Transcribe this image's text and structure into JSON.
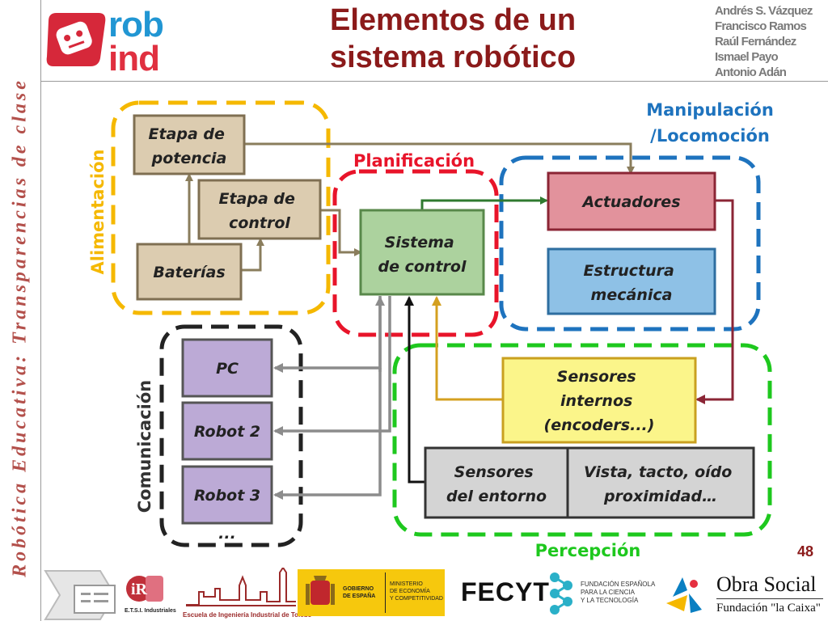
{
  "sidebar": {
    "text": "Robótica Educativa: Transparencias de clase"
  },
  "logo": {
    "line1": "rob",
    "line2": "ind"
  },
  "header": {
    "title_line1": "Elementos de un",
    "title_line2": "sistema robótico",
    "authors": [
      "Andrés S. Vázquez",
      "Francisco Ramos",
      "Raúl Fernández",
      "Ismael Payo",
      "Antonio Adán"
    ]
  },
  "groups": {
    "alimentacion": "Alimentación",
    "planificacion": "Planificación",
    "manipulacion_l1": "Manipulación",
    "manipulacion_l2": "/Locomoción",
    "comunicacion": "Comunicación",
    "percepcion": "Percepción"
  },
  "nodes": {
    "etapa_potencia": [
      "Etapa de",
      "potencia"
    ],
    "etapa_control": [
      "Etapa de",
      "control"
    ],
    "baterias": [
      "Baterías"
    ],
    "sistema_control": [
      "Sistema",
      "de control"
    ],
    "actuadores": [
      "Actuadores"
    ],
    "estructura": [
      "Estructura",
      "mecánica"
    ],
    "pc": [
      "PC"
    ],
    "robot2": [
      "Robot 2"
    ],
    "robot3": [
      "Robot 3"
    ],
    "ellipsis": "...",
    "sensores_internos": [
      "Sensores",
      "internos",
      "(encoders...)"
    ],
    "sensores_entorno": [
      "Sensores",
      "del entorno"
    ],
    "vista": [
      "Vista, tacto, oído",
      "proximidad…"
    ]
  },
  "page_number": "48",
  "footer": {
    "etsi": "E.T.S.I. Industriales",
    "escuela": "Escuela de Ingeniería Industrial de Toledo",
    "gobierno": [
      "GOBIERNO",
      "DE ESPAÑA"
    ],
    "ministerio": [
      "MINISTERIO",
      "DE ECONOMÍA",
      "Y COMPETITIVIDAD"
    ],
    "fecyt": "FECYT",
    "fundacion": [
      "FUNDACIÓN ESPAÑOLA",
      "PARA LA CIENCIA",
      "Y LA TECNOLOGÍA"
    ],
    "obra_social": "Obra Social",
    "la_caixa": "Fundación \"la Caixa\""
  },
  "colors": {
    "title": "#8b1a1a",
    "sidebar": "#b3504b",
    "alimentacion": "#f5b800",
    "planificacion": "#e8142a",
    "manipulacion": "#1e73be",
    "comunicacion": "#222222",
    "percepcion": "#1ec81e"
  }
}
